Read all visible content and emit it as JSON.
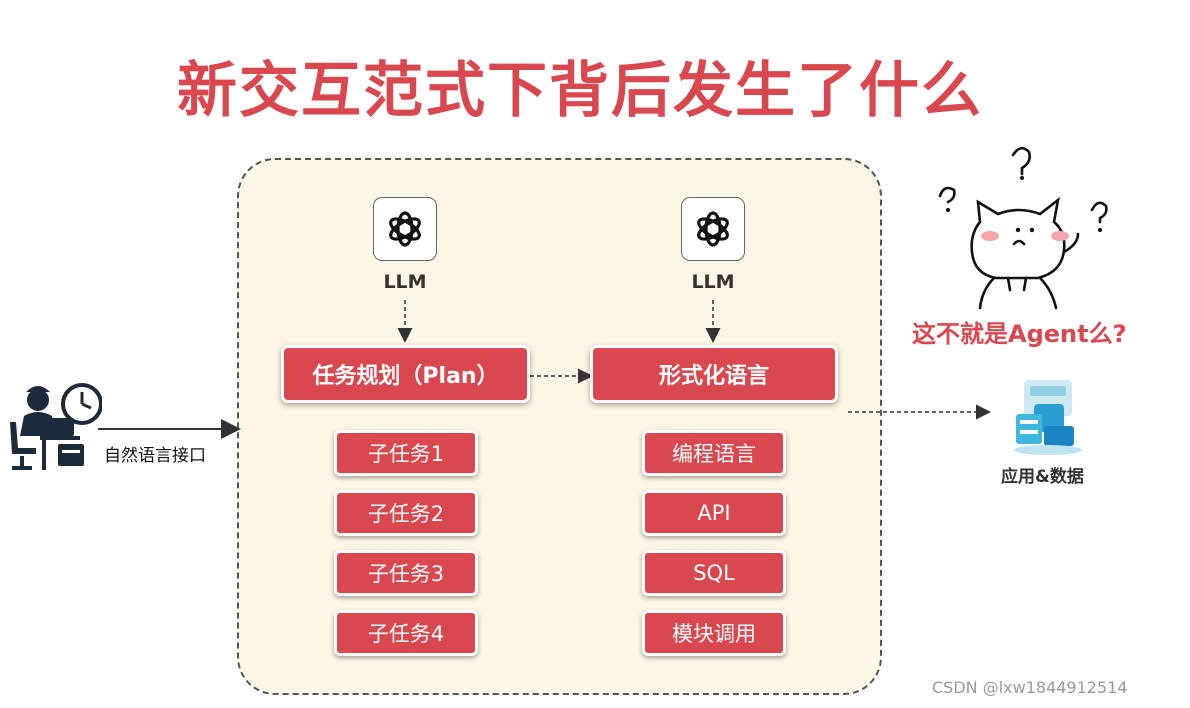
{
  "title": "新交互范式下背后发生了什么",
  "left": {
    "input_label": "自然语言接口"
  },
  "llm_left": {
    "label": "LLM"
  },
  "llm_right": {
    "label": "LLM"
  },
  "plan_box": {
    "label": "任务规划（Plan）"
  },
  "formal_box": {
    "label": "形式化语言"
  },
  "subtasks": [
    "子任务1",
    "子任务2",
    "子任务3",
    "子任务4"
  ],
  "formal_items": [
    "编程语言",
    "API",
    "SQL",
    "模块调用"
  ],
  "right": {
    "question": "这不就是Agent么?",
    "app_label": "应用&数据"
  },
  "watermark": "CSDN @lxw1844912514",
  "colors": {
    "accent": "#d9474f",
    "panel": "#fdf6e6"
  }
}
